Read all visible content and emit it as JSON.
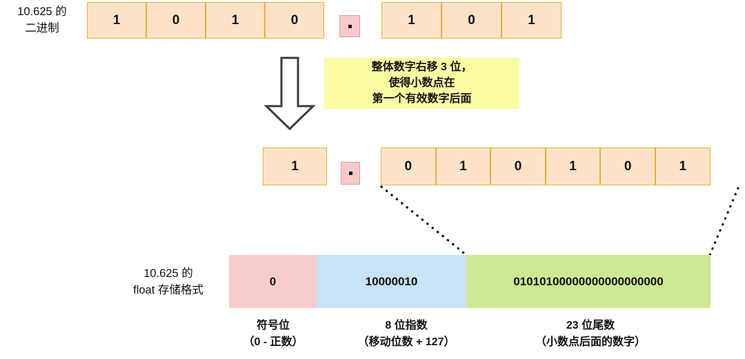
{
  "diagram": {
    "title_hidden": "",
    "rows": {
      "binary": {
        "label": "10.625 的\n二进制",
        "integer_bits": [
          "1",
          "0",
          "1",
          "0"
        ],
        "point": ".",
        "fraction_bits": [
          "1",
          "0",
          "1"
        ]
      },
      "normalized": {
        "leading_bit": "1",
        "point": ".",
        "mantissa_bits": [
          "0",
          "1",
          "0",
          "1",
          "0",
          "1"
        ]
      }
    },
    "note": "整体数字右移 3 位，\n使得小数点在\n第一个有效数字后面",
    "arrow_name": "down-arrow",
    "float_format": {
      "label": "10.625 的\nfloat 存储格式",
      "segments": [
        {
          "name": "sign",
          "value": "0",
          "color": "#f7cccd"
        },
        {
          "name": "exponent",
          "value": "10000010",
          "color": "#c8e2f7"
        },
        {
          "name": "mantissa",
          "value": "01010100000000000000000",
          "color": "#cfe892"
        }
      ],
      "captions": [
        "符号位\n（0 - 正数）",
        "8 位指数\n（移动位数 + 127）",
        "23 位尾数\n（小数点后面的数字）"
      ]
    },
    "colors": {
      "bit_fill": "#fce3c8",
      "bit_border": "#e5b13c",
      "dot_fill": "#f6c9cb",
      "dot_border": "#e09b9e",
      "note_bg": "#fbfba4",
      "sign_bg": "#f7cccd",
      "exponent_bg": "#c8e2f7",
      "mantissa_bg": "#cfe892",
      "text": "#111111"
    }
  }
}
